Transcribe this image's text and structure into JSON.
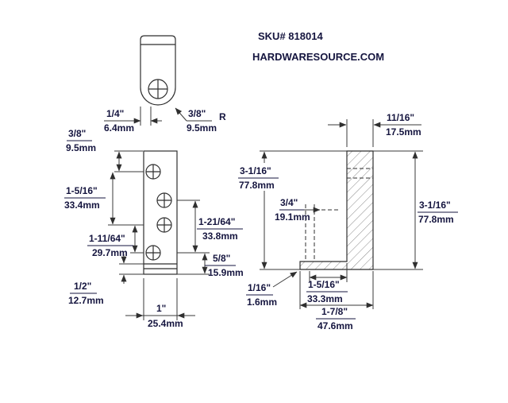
{
  "header": {
    "sku": "SKU# 818014",
    "website": "HARDWARESOURCE.COM"
  },
  "annotations": {
    "radius": "R"
  },
  "dimensions": {
    "front": [
      {
        "inch": "1/4\"",
        "mm": "6.4mm"
      },
      {
        "inch": "3/8\"",
        "mm": "9.5mm"
      },
      {
        "inch": "3/8\"",
        "mm": "9.5mm"
      },
      {
        "inch": "1-5/16\"",
        "mm": "33.4mm"
      },
      {
        "inch": "1-21/64\"",
        "mm": "33.8mm"
      },
      {
        "inch": "1-11/64\"",
        "mm": "29.7mm"
      },
      {
        "inch": "5/8\"",
        "mm": "15.9mm"
      },
      {
        "inch": "1/2\"",
        "mm": "12.7mm"
      },
      {
        "inch": "1\"",
        "mm": "25.4mm"
      }
    ],
    "side": [
      {
        "inch": "11/16\"",
        "mm": "17.5mm"
      },
      {
        "inch": "3-1/16\"",
        "mm": "77.8mm"
      },
      {
        "inch": "3/4\"",
        "mm": "19.1mm"
      },
      {
        "inch": "3-1/16\"",
        "mm": "77.8mm"
      },
      {
        "inch": "1/16\"",
        "mm": "1.6mm"
      },
      {
        "inch": "1-5/16\"",
        "mm": "33.3mm"
      },
      {
        "inch": "1-7/8\"",
        "mm": "47.6mm"
      }
    ]
  }
}
